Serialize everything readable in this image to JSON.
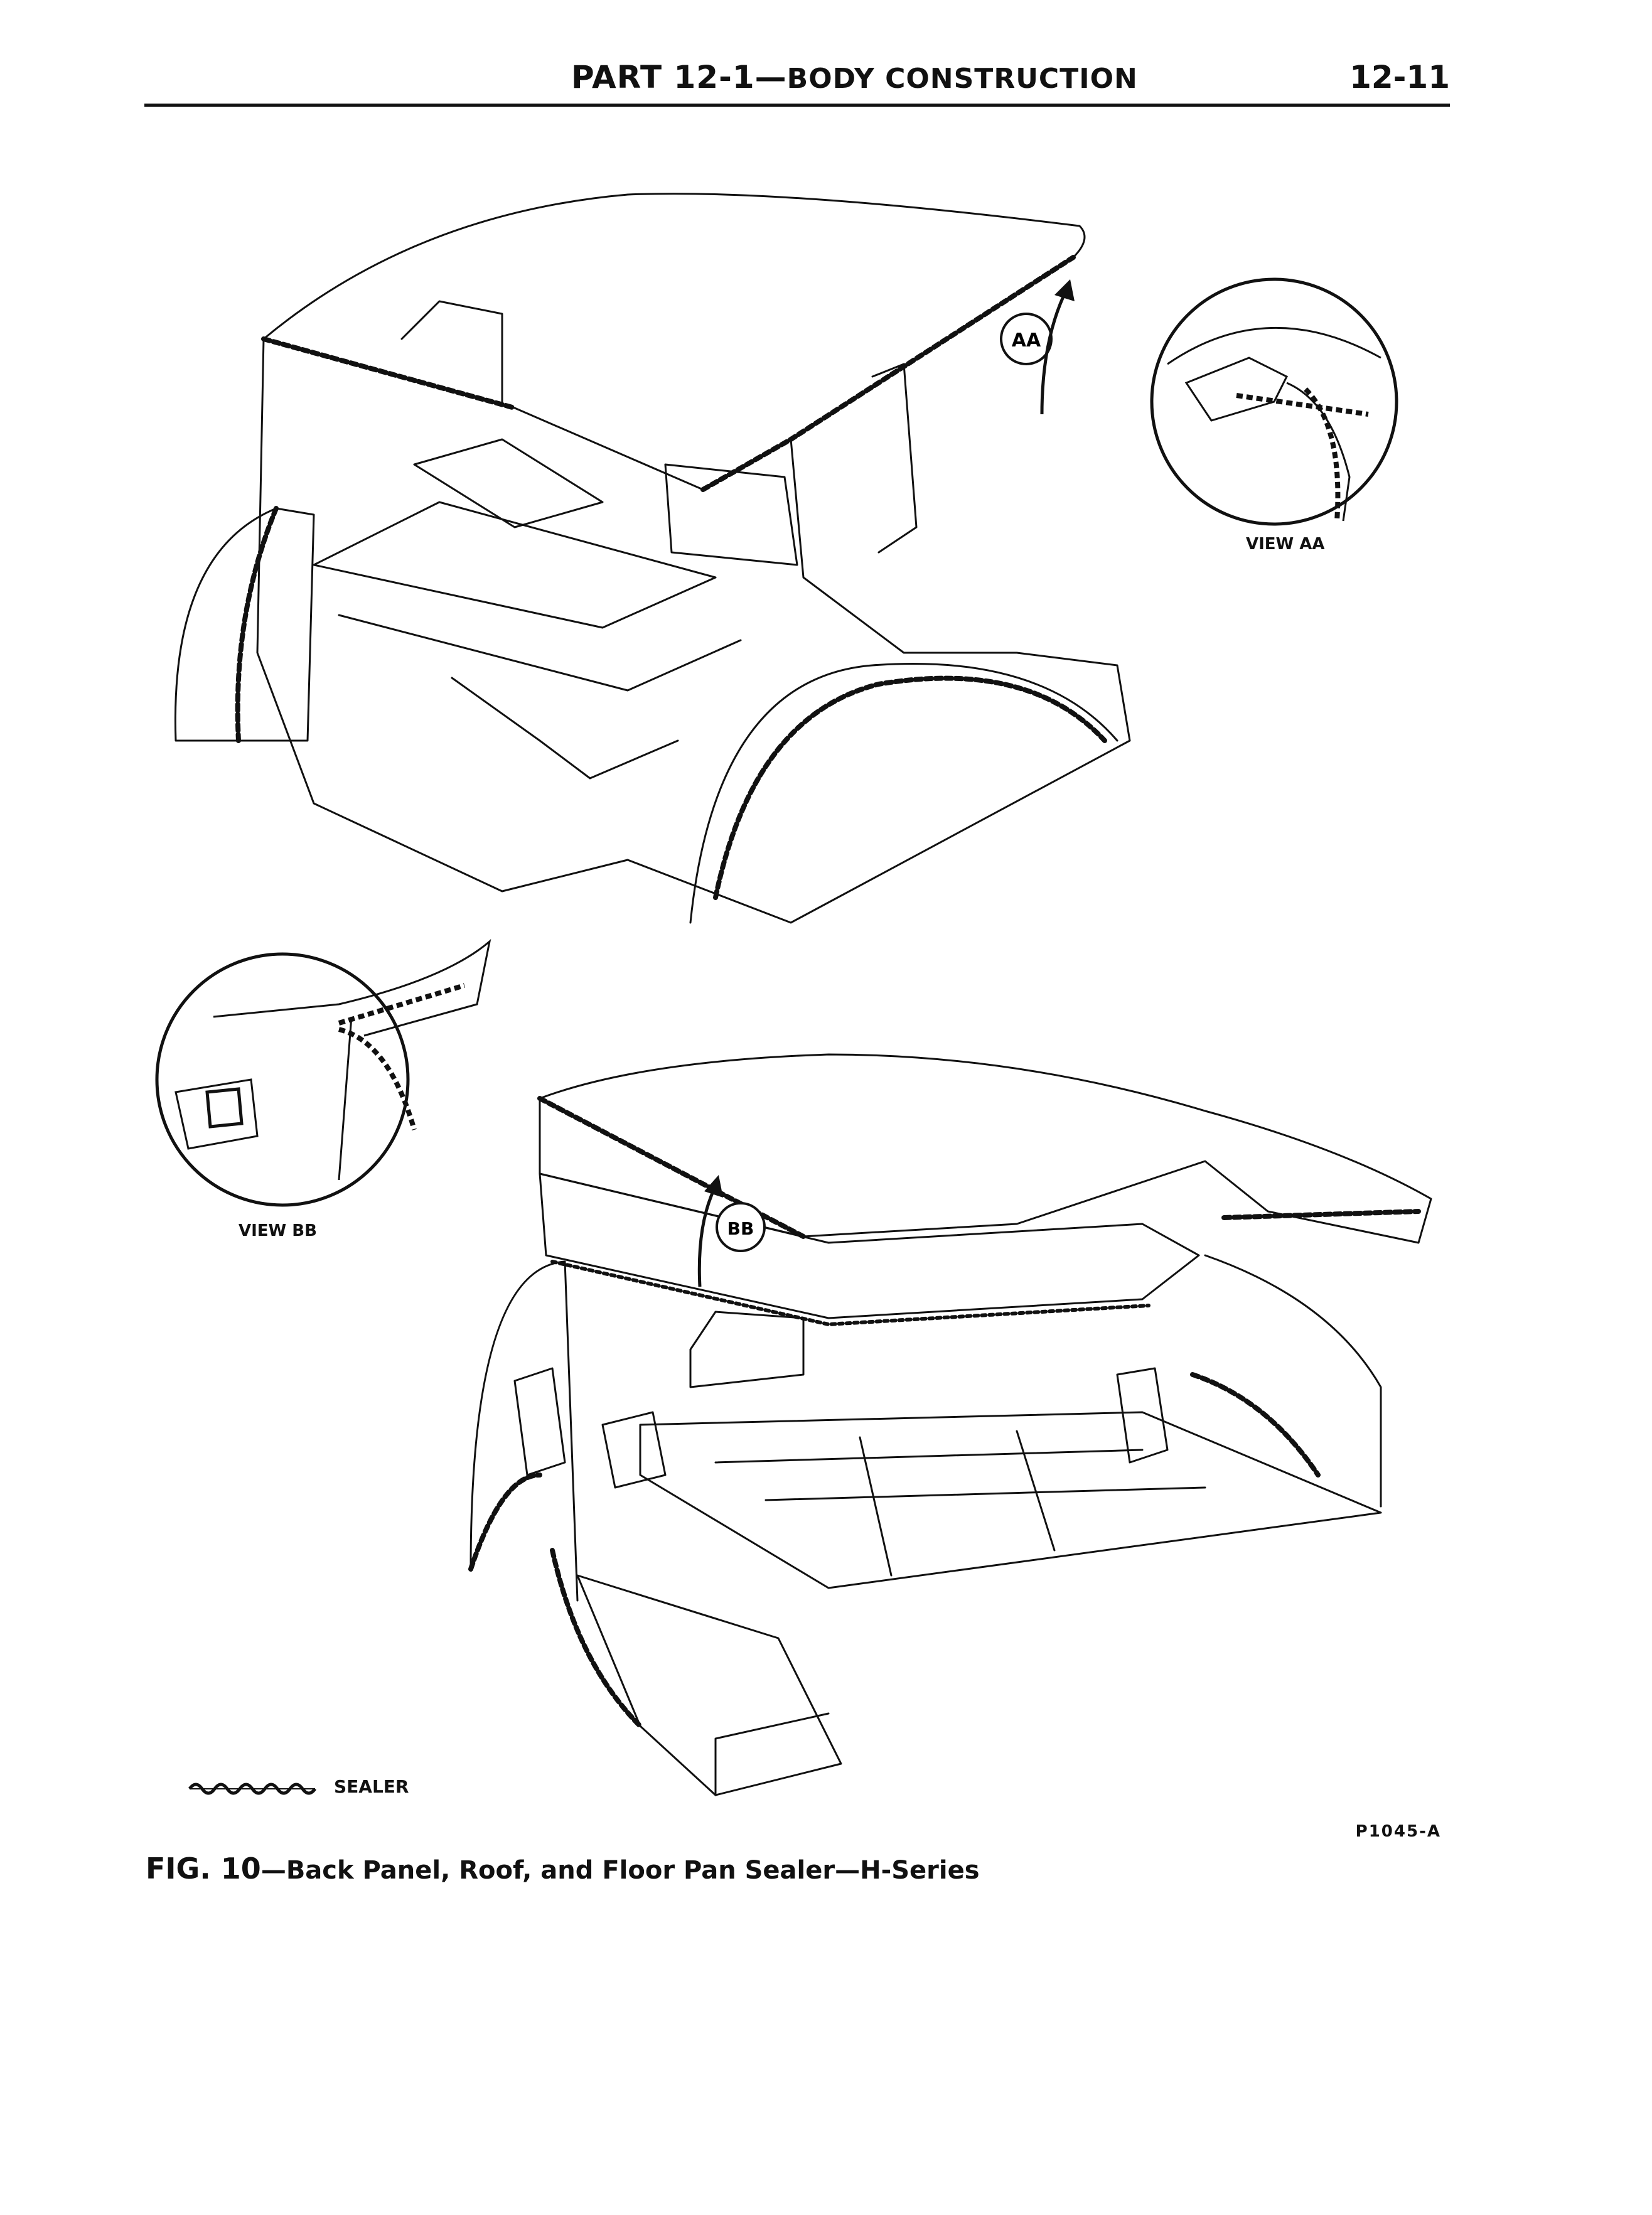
{
  "header": {
    "part": "PART 12-1",
    "dash": "—",
    "section": "BODY CONSTRUCTION",
    "page_number": "12-11"
  },
  "figure": {
    "callout_aa": "AA",
    "callout_bb": "BB",
    "view_aa_caption": "VIEW AA",
    "view_bb_caption": "VIEW BB",
    "legend_label": "SEALER",
    "drawing_id": "P1045-A",
    "caption_number": "FIG. 10",
    "caption_text": "—Back Panel, Roof, and Floor Pan Sealer—H-Series"
  }
}
